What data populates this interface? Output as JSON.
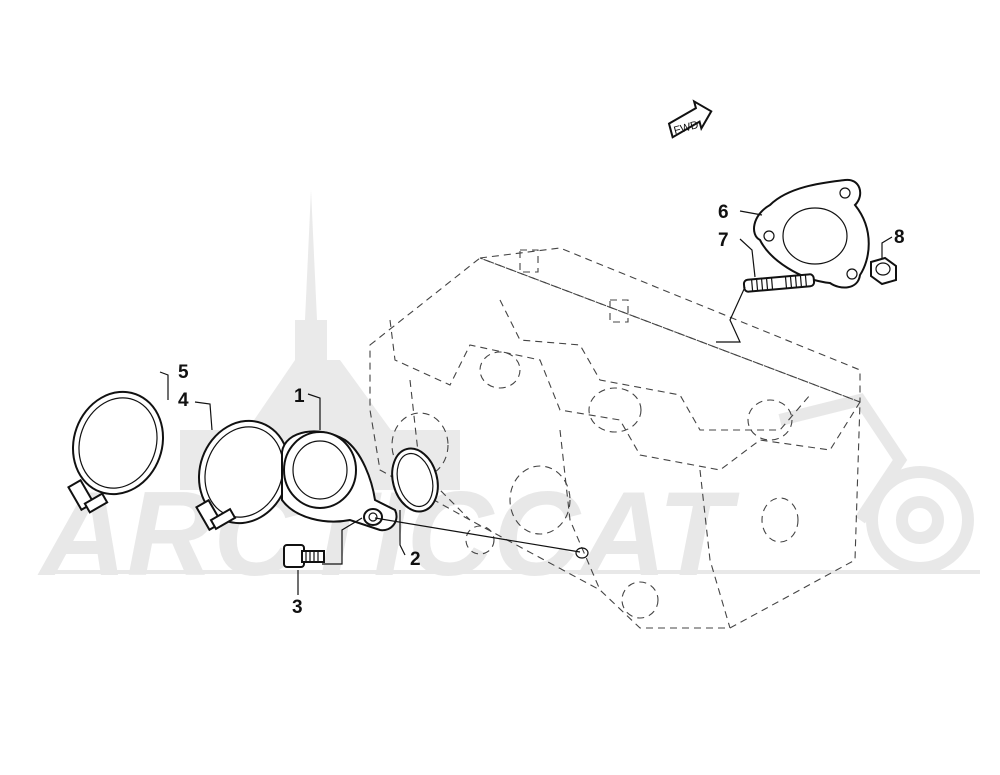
{
  "direction_marker": {
    "text": "FWD",
    "icon": "forward-arrow-icon"
  },
  "watermark": {
    "text": "ARCTICCAT"
  },
  "callouts": [
    "1",
    "2",
    "3",
    "4",
    "5",
    "6",
    "7",
    "8"
  ]
}
